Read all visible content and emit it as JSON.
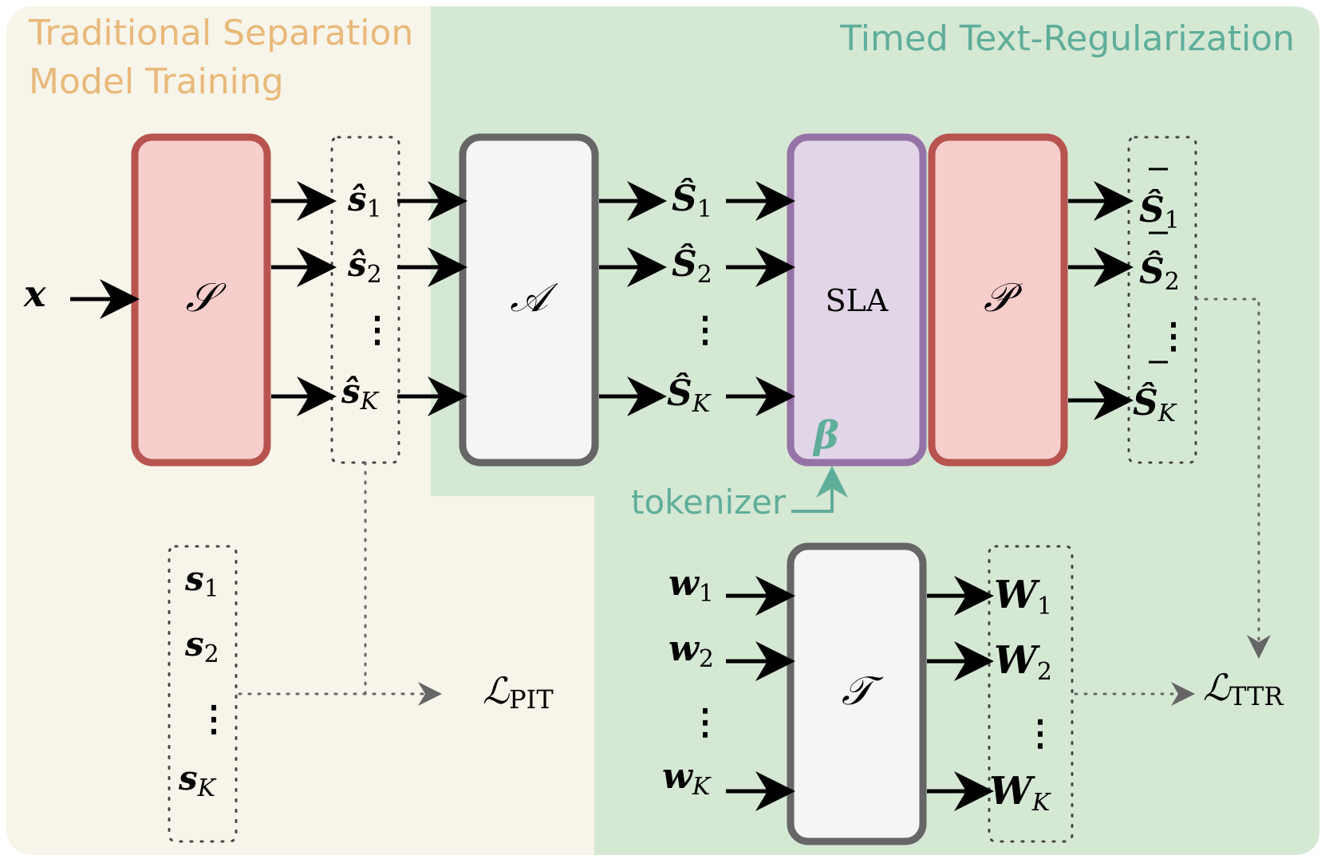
{
  "regions": {
    "traditional": {
      "title_line1": "Traditional Separation",
      "title_line2": "Model Training",
      "color": "#e8b97a",
      "bg": "#f7f4ea"
    },
    "ttr": {
      "title": "Timed Text-Regularization",
      "color": "#5fae9a",
      "bg": "#d5e8d4"
    }
  },
  "blocks": {
    "separator": {
      "label": "𝒮",
      "fill": "#f8cecc",
      "stroke": "#b85450"
    },
    "aligner": {
      "label": "𝒜",
      "fill": "#f5f5f5",
      "stroke": "#666666"
    },
    "sla": {
      "label": "SLA",
      "fill": "#e1d5e7",
      "stroke": "#9673a6"
    },
    "projector": {
      "label": "𝒫",
      "fill": "#f8cecc",
      "stroke": "#b85450"
    },
    "text_encoder": {
      "label": "𝒯",
      "fill": "#f5f5f5",
      "stroke": "#666666"
    }
  },
  "symbols": {
    "input": "x",
    "est_sources": [
      {
        "base": "ŝ",
        "sub": "1"
      },
      {
        "base": "ŝ",
        "sub": "2"
      },
      {
        "base": "ŝ",
        "sub": "K"
      }
    ],
    "est_features": [
      {
        "base": "Ŝ",
        "sub": "1"
      },
      {
        "base": "Ŝ",
        "sub": "2"
      },
      {
        "base": "Ŝ",
        "sub": "K"
      }
    ],
    "projected": [
      {
        "base": "Ŝ",
        "sub": "1"
      },
      {
        "base": "Ŝ",
        "sub": "2"
      },
      {
        "base": "Ŝ",
        "sub": "K"
      }
    ],
    "ref_sources": [
      {
        "base": "s",
        "sub": "1"
      },
      {
        "base": "s",
        "sub": "2"
      },
      {
        "base": "s",
        "sub": "K"
      }
    ],
    "words": [
      {
        "base": "w",
        "sub": "1"
      },
      {
        "base": "w",
        "sub": "2"
      },
      {
        "base": "w",
        "sub": "K"
      }
    ],
    "word_emb": [
      {
        "base": "W",
        "sub": "1"
      },
      {
        "base": "W",
        "sub": "2"
      },
      {
        "base": "W",
        "sub": "K"
      }
    ],
    "beta": "β",
    "tokenizer": "tokenizer",
    "loss_pit": {
      "base": "ℒ",
      "sub": "PIT"
    },
    "loss_ttr": {
      "base": "ℒ",
      "sub": "TTR"
    },
    "dots": "⋮"
  }
}
